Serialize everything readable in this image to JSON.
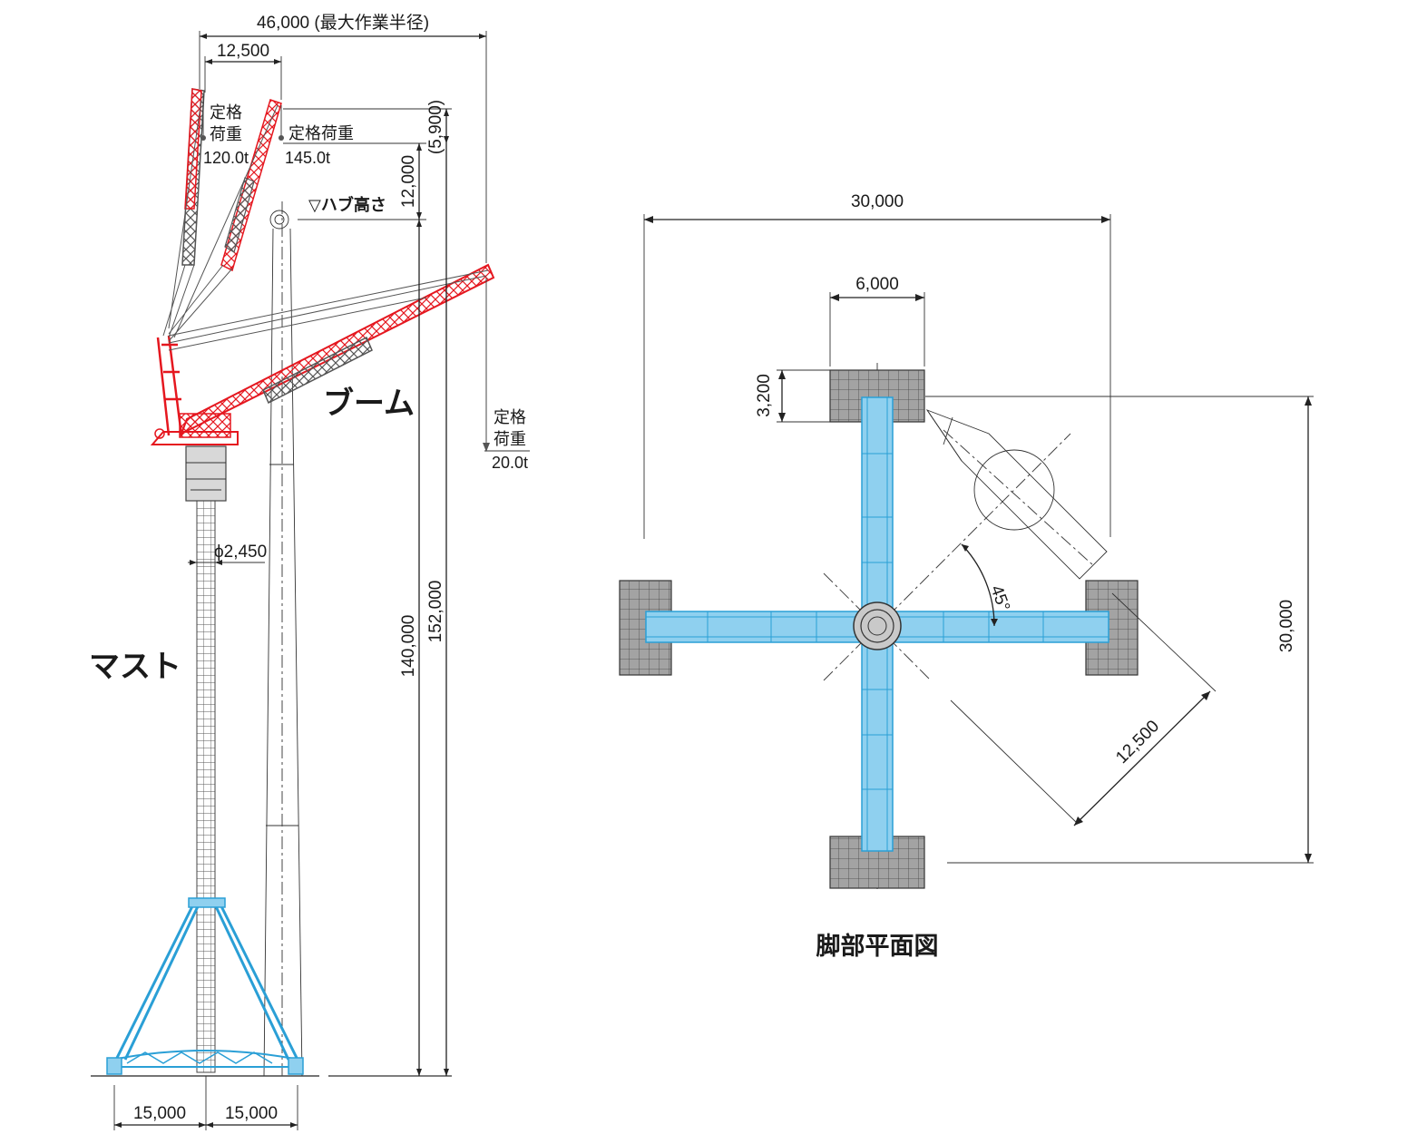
{
  "elevation": {
    "max_radius_dim": "46,000 (最大作業半径)",
    "radius_12500": "12,500",
    "rated_load_label": "定格\n荷重",
    "rated_load_inline": "定格荷重",
    "load_120": "120.0t",
    "load_145": "145.0t",
    "load_20": "20.0t",
    "dim_5900": "(5,900)",
    "dim_12000": "12,000",
    "hub_height": "▽ハブ高さ",
    "boom_label": "ブーム",
    "mast_label": "マスト",
    "diameter": "ϕ2,450",
    "dim_140000": "140,000",
    "dim_152000": "152,000",
    "base_left": "15,000",
    "base_right": "15,000"
  },
  "plan": {
    "width_dim": "30,000",
    "pad_width": "6,000",
    "pad_depth": "3,200",
    "height_dim": "30,000",
    "angle": "45°",
    "radius": "12,500",
    "title": "脚部平面図"
  },
  "colors": {
    "boom_red": "#e5171f",
    "base_blue": "#2a9fd6",
    "pad_gray": "#a3a3a3"
  }
}
